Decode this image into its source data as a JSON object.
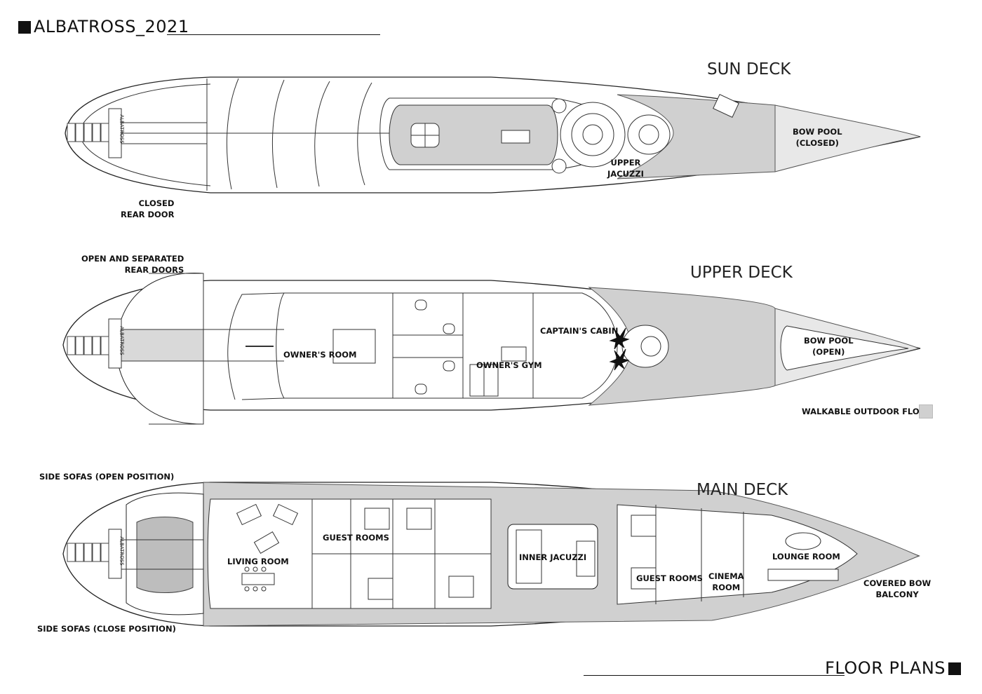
{
  "header": {
    "title": "ALBATROSS_2021"
  },
  "footer": {
    "title": "FLOOR PLANS"
  },
  "decks": {
    "sun": {
      "title": "SUN DECK",
      "labels": {
        "bow_pool": "BOW POOL\n(CLOSED)",
        "upper_jacuzzi": "UPPER\nJACUZZI",
        "rear_door": "CLOSED\nREAR DOOR",
        "hull_name": "ALBATROSS"
      }
    },
    "upper": {
      "title": "UPPER DECK",
      "labels": {
        "rear_doors": "OPEN AND SEPARATED\nREAR DOORS",
        "owners_room": "OWNER'S ROOM",
        "owners_gym": "OWNER'S GYM",
        "captains_cabin": "CAPTAIN'S CABIN",
        "bow_pool": "BOW POOL\n(OPEN)",
        "hull_name": "ALBATROSS"
      }
    },
    "main": {
      "title": "MAIN DECK",
      "labels": {
        "side_sofas_open": "SIDE SOFAS (OPEN POSITION)",
        "side_sofas_close": "SIDE SOFAS (CLOSE POSITION)",
        "living_room": "LIVING ROOM",
        "guest_rooms_aft": "GUEST ROOMS",
        "inner_jacuzzi": "INNER JACUZZI",
        "guest_rooms_fwd": "GUEST ROOMS",
        "cinema_room": "CINEMA\nROOM",
        "lounge_room": "LOUNGE ROOM",
        "covered_bow_balcony": "COVERED BOW\nBALCONY",
        "hull_name": "ALBATROSS"
      }
    }
  },
  "legend": {
    "walkable": "WALKABLE OUTDOOR FLOOR",
    "walkable_color": "#d0d0d0"
  },
  "colors": {
    "walkable_fill": "#d0d0d0",
    "line": "#333333"
  }
}
